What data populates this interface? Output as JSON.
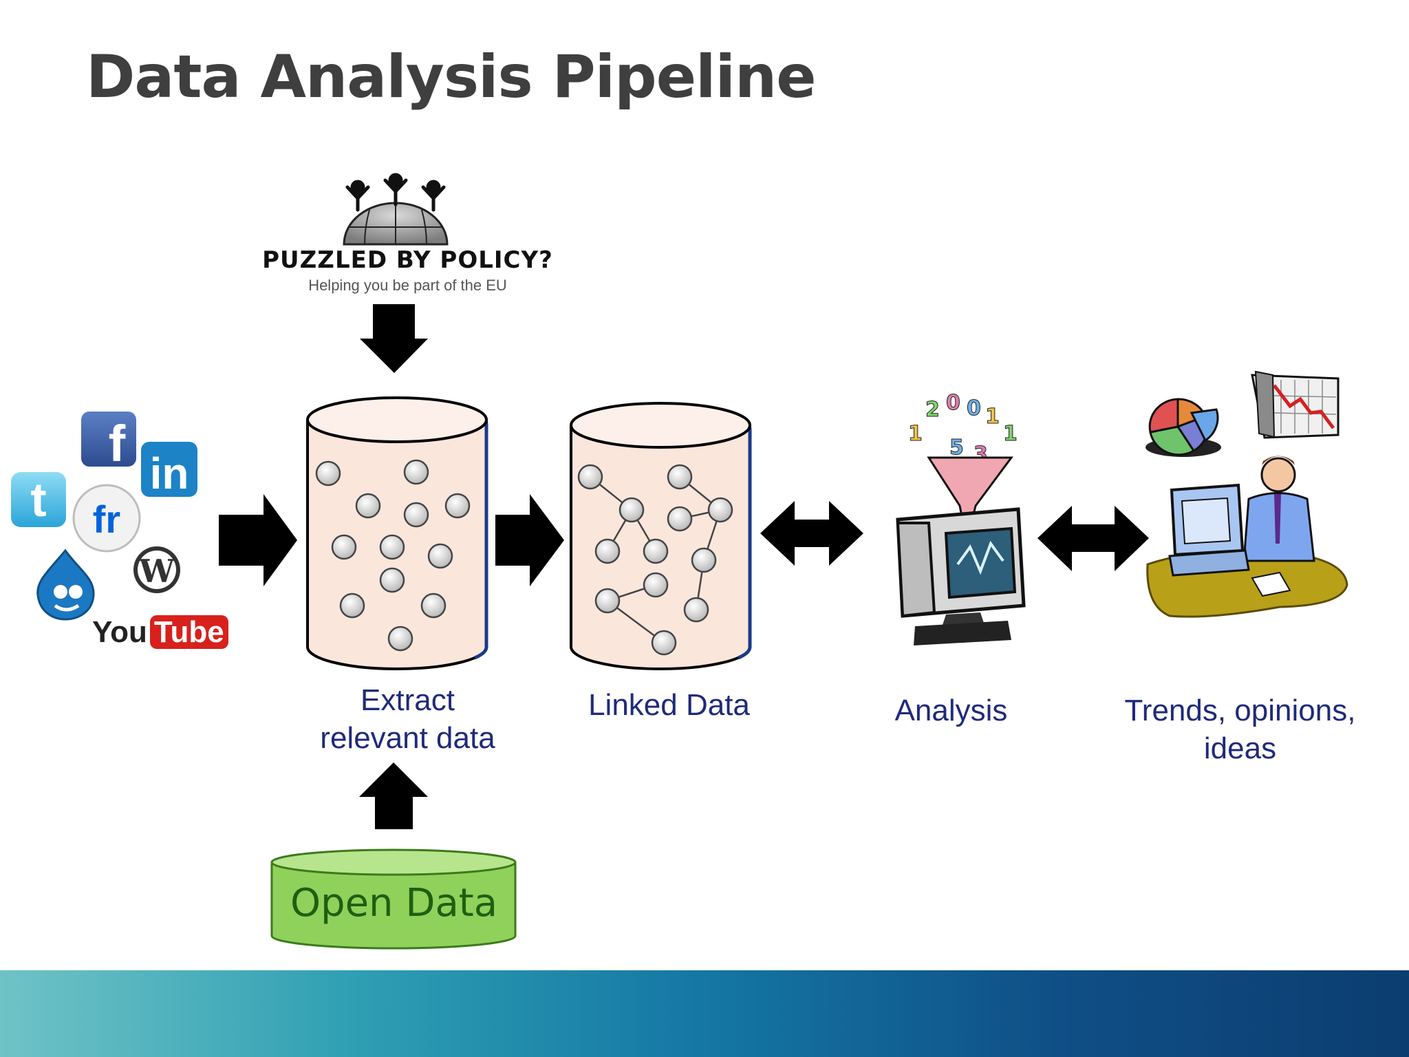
{
  "slide": {
    "title": "Data Analysis Pipeline"
  },
  "policy_logo": {
    "name": "PUZZLED BY POLICY?",
    "tagline": "Helping you be part of the EU"
  },
  "social_icons": {
    "facebook": "f",
    "linkedin": "in",
    "twitter": "t",
    "flickr": "fr",
    "wordpress": "W",
    "youtube_you": "You",
    "youtube_tube": "Tube"
  },
  "stages": {
    "extract": {
      "label": "Extract relevant data"
    },
    "linked": {
      "label": "Linked Data"
    },
    "analysis": {
      "label": "Analysis"
    },
    "trends": {
      "label": "Trends, opinions, ideas"
    }
  },
  "open_data": {
    "label": "Open Data"
  },
  "colors": {
    "cylinder_fill": "#fbe6dc",
    "open_data_fill": "#8fd15a",
    "label_text": "#1f2a7a",
    "title_text": "#3f3f3f",
    "footer_dark": "#0c3d70",
    "footer_light": "#6fc3c6"
  }
}
